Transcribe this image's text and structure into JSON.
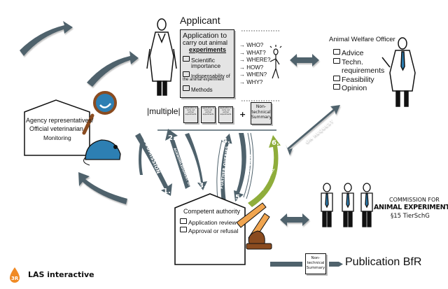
{
  "colors": {
    "arrow_gray": "#4f626c",
    "approval_green": "#8fad3b",
    "accent_blue": "#2d7fb3",
    "magnifier_brown": "#8a4b1f",
    "pencil_orange": "#f0a550",
    "logo_orange": "#f08a24"
  },
  "applicant": {
    "title": "Applicant",
    "application_title_1": "Application to",
    "application_title_2": "carry out animal",
    "application_title_3": "experiments",
    "items": [
      "Scientific",
      "importance",
      "Indispensability of",
      "the animal experiment",
      "Methods"
    ],
    "questions": [
      "WHO?",
      "WHAT?",
      "WHERE?",
      "HOW?",
      "WHEN?",
      "WHY?"
    ],
    "multiple_label": "|multiple|",
    "mini_doc_label": "Application to carry out animal experiments",
    "plus": "+",
    "summary_doc": [
      "Non-",
      "technical",
      "Summary"
    ]
  },
  "animal_welfare_officer": {
    "title": "Animal Welfare Officer",
    "items": [
      "Advice",
      "Techn.",
      "requirements",
      "Feasibility",
      "Opinion"
    ]
  },
  "agency": {
    "line1": "Agency representatives/",
    "line2": "Official veterinarian",
    "line3": "Monitoring"
  },
  "steps": [
    {
      "num": "1.",
      "label": "SUBMISSION"
    },
    {
      "num": "2.",
      "label": "ACKNOWLEDGMENT OF RECEIPT AND COMPLETENESS CHECK"
    },
    {
      "num": "3.",
      "label": "COMPLETION"
    },
    {
      "num": "4.",
      "label": "FURTHER QUERIES"
    },
    {
      "num": "5.",
      "label": "RESPONSE"
    },
    {
      "num": "6.",
      "label": "APPROVAL"
    }
  ],
  "on_request": "ON REQUEST",
  "competent_authority": {
    "title": "Competent authority",
    "items": [
      "Application review",
      "Approval or refusal"
    ]
  },
  "commission": {
    "line1": "COMMISSION FOR",
    "line2": "ANIMAL EXPERIMENTS",
    "line3": "§15 TierSchG"
  },
  "publication": {
    "summary_doc": [
      "Non-",
      "technical",
      "Summary"
    ],
    "label": "Publication BfR"
  },
  "logo": {
    "mark": "3R",
    "label": "LAS interactive"
  }
}
